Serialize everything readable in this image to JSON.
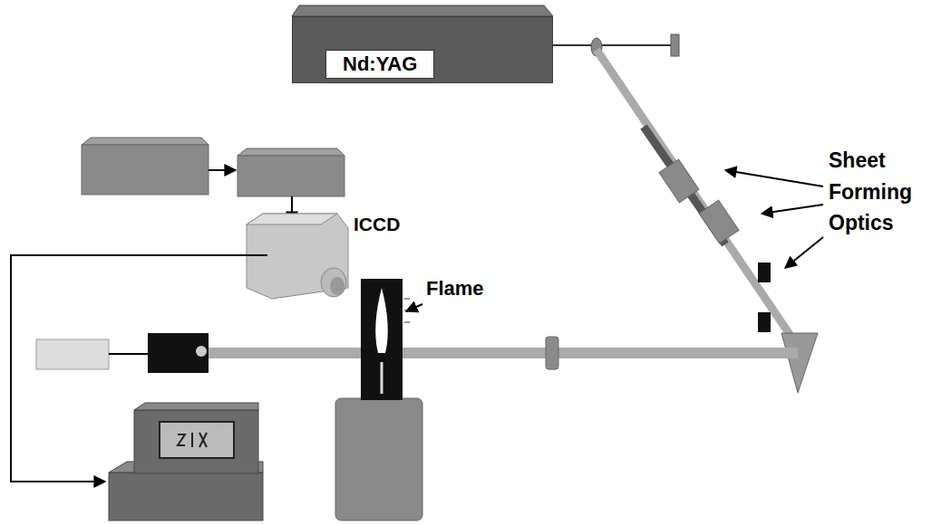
{
  "diagram": {
    "nodes": [
      {
        "text": [
          "Nd:YAG"
        ]
      }
    ],
    "labels": [
      "ICCD",
      "Flame",
      "Sheet Forming Optics"
    ]
  }
}
